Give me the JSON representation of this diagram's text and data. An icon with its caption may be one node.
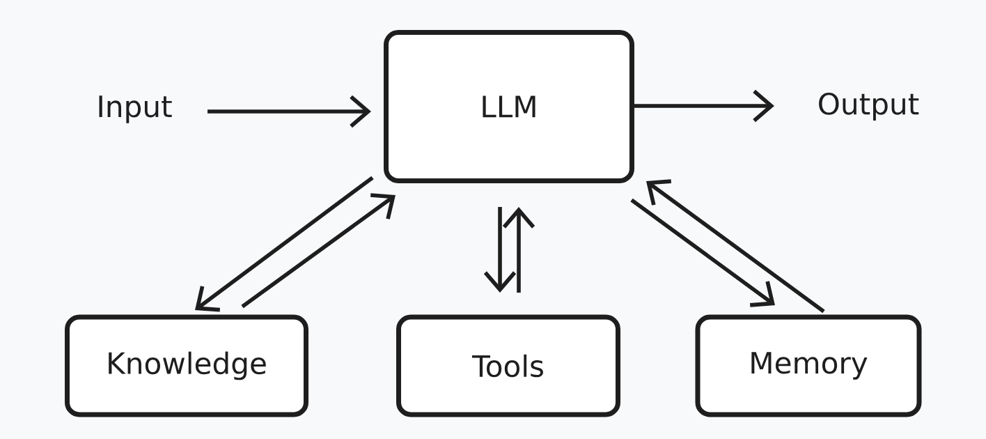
{
  "diagram": {
    "nodes": [
      {
        "text": [
          "Input"
        ]
      },
      {
        "text": [
          "LLM"
        ]
      },
      {
        "text": [
          "Output"
        ]
      },
      {
        "text": [
          "Knowledge"
        ]
      },
      {
        "text": [
          "Tools"
        ]
      },
      {
        "text": [
          "Memory"
        ]
      }
    ],
    "edges": [
      {
        "from": 0,
        "to": 1,
        "arrow": "to"
      },
      {
        "from": 1,
        "to": 2,
        "arrow": "to"
      },
      {
        "from": 1,
        "to": 3,
        "arrow": "to"
      },
      {
        "from": 3,
        "to": 1,
        "arrow": "to"
      },
      {
        "from": 1,
        "to": 4,
        "arrow": "to"
      },
      {
        "from": 4,
        "to": 1,
        "arrow": "to"
      },
      {
        "from": 1,
        "to": 5,
        "arrow": "to"
      },
      {
        "from": 5,
        "to": 1,
        "arrow": "to"
      }
    ]
  }
}
